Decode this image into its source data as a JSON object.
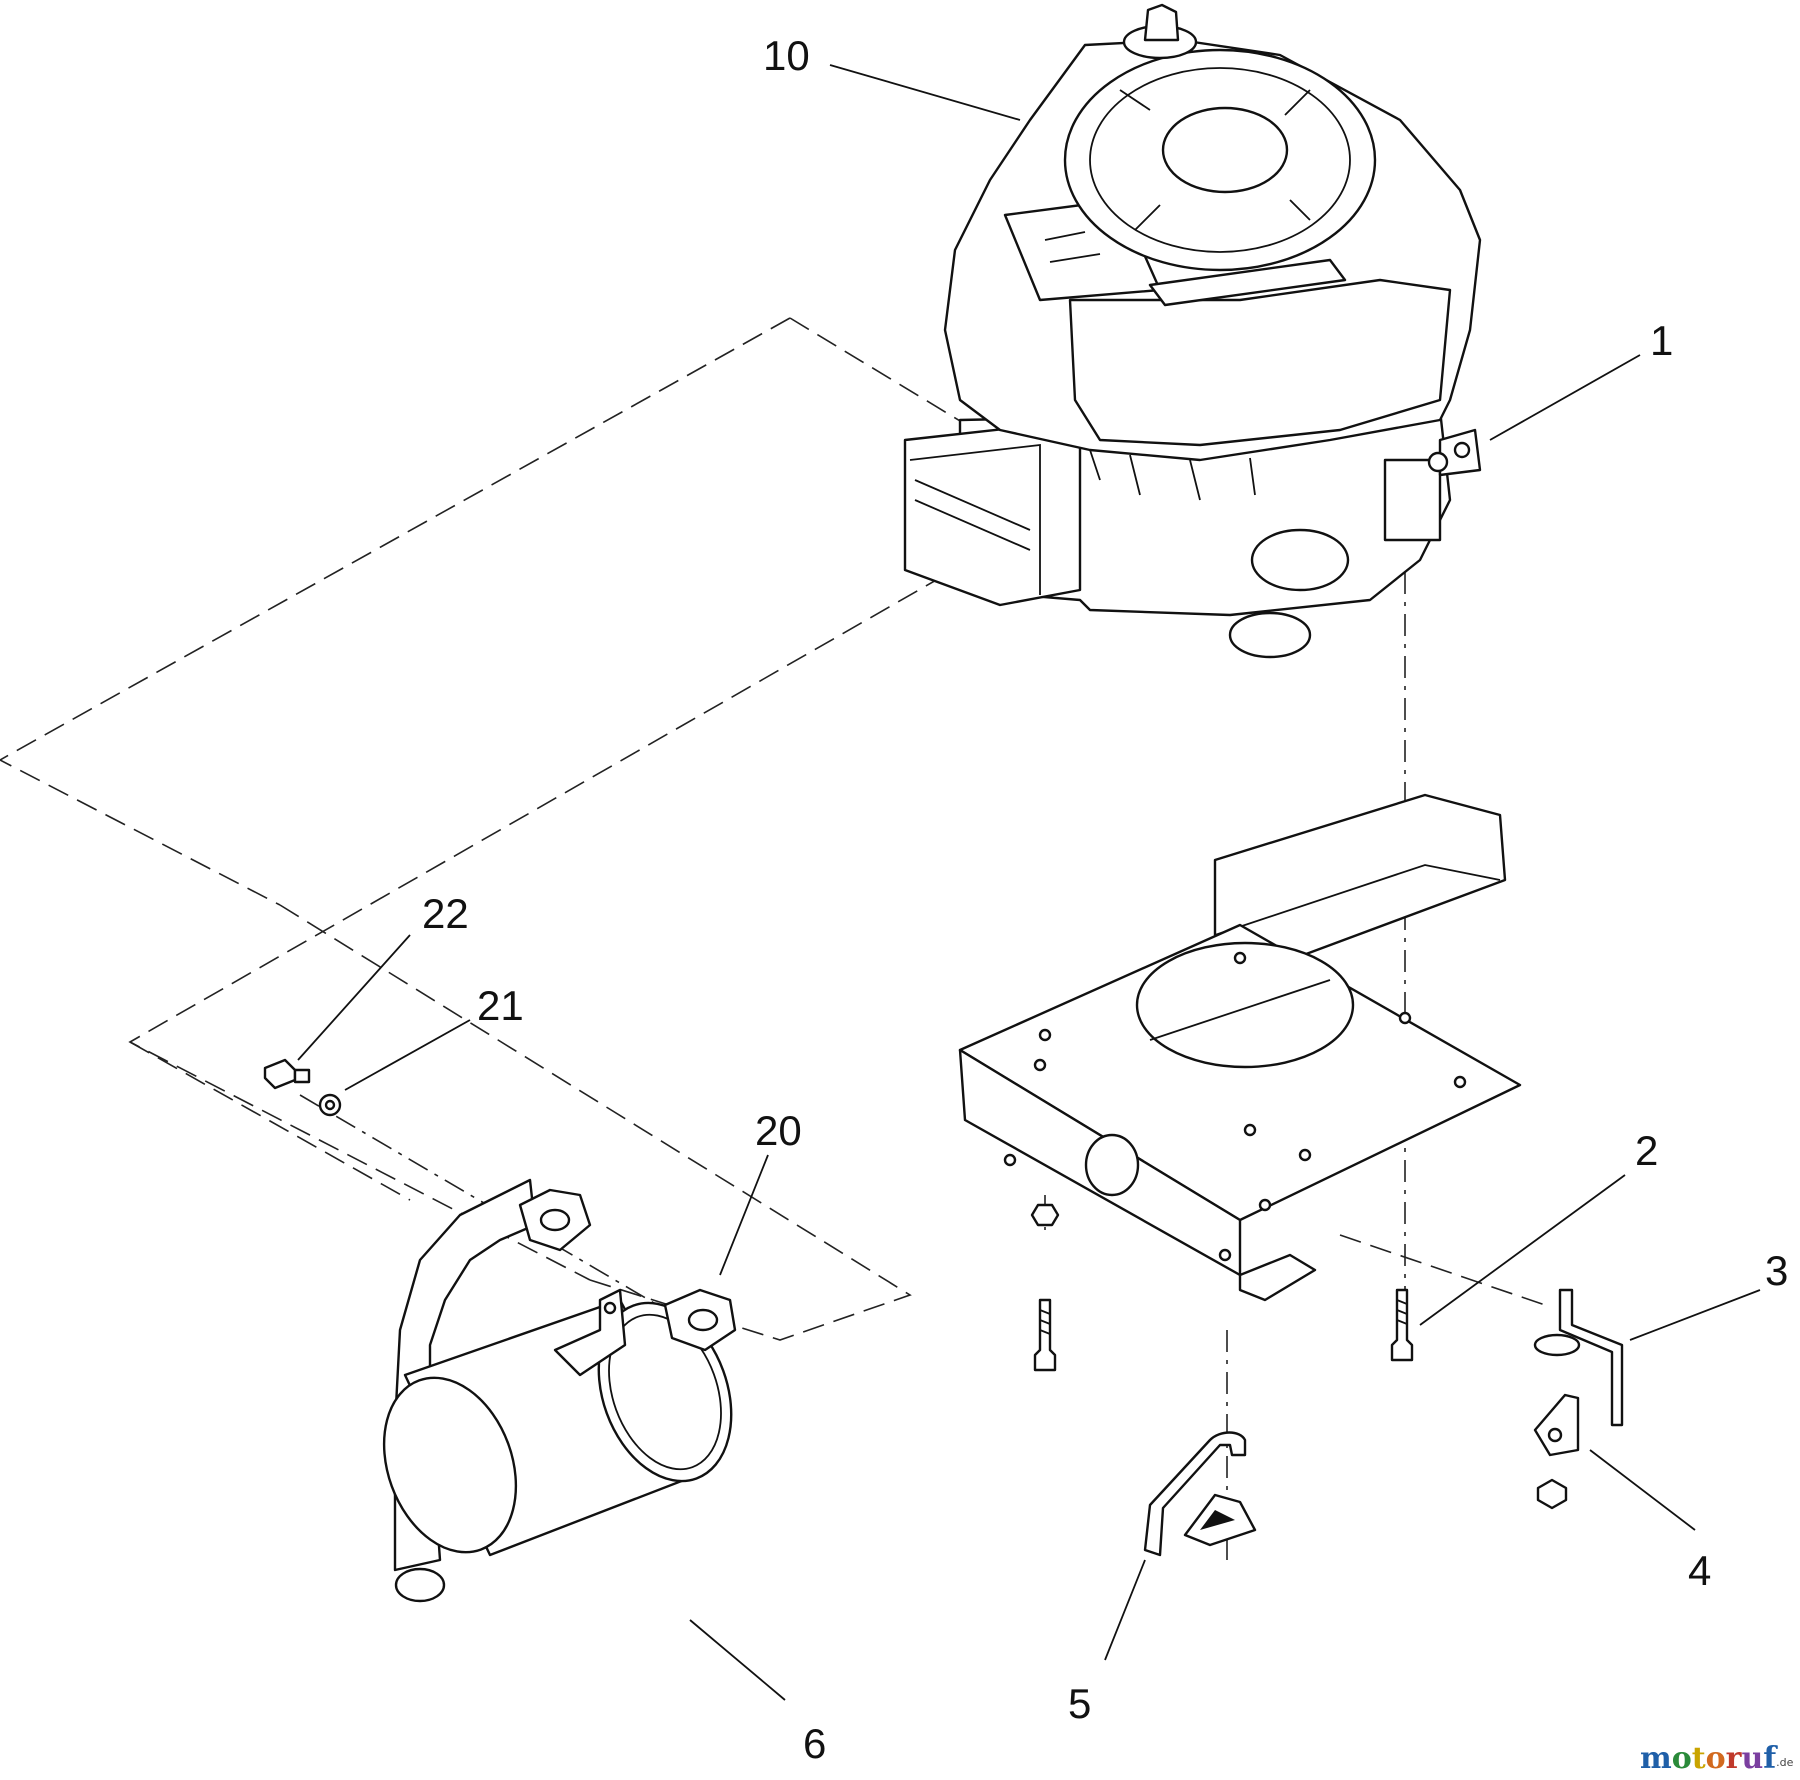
{
  "callouts": {
    "c1": "1",
    "c2": "2",
    "c3": "3",
    "c4": "4",
    "c5": "5",
    "c6": "6",
    "c10": "10",
    "c20": "20",
    "c21": "21",
    "c22": "22"
  },
  "watermark": {
    "letters": [
      "m",
      "o",
      "t",
      "o",
      "r",
      "u",
      "f"
    ],
    "colors": [
      "#1f5fa8",
      "#2a8a3a",
      "#c9a400",
      "#d2691e",
      "#c0392b",
      "#7b3fa0",
      "#1f5fa8"
    ],
    "suffix": ".de"
  }
}
